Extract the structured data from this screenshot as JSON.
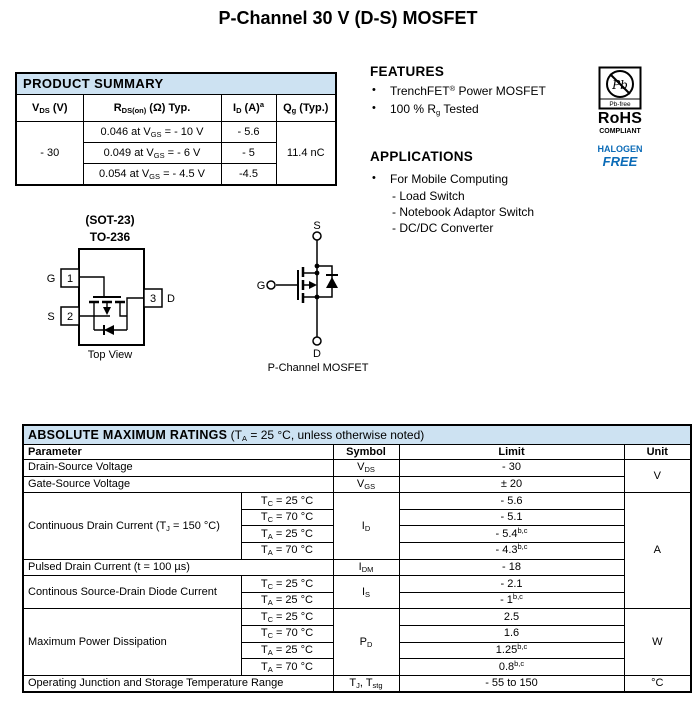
{
  "page": {
    "title": "P-Channel 30 V (D-S) MOSFET"
  },
  "colors": {
    "table_header_bg": "#cde2f2",
    "accent_blue": "#0b6bb7"
  },
  "product_summary": {
    "title": "PRODUCT SUMMARY",
    "headers": [
      "V_{DS} (V)",
      "R_{DS(on)} (Ω) Typ.",
      "I_{D} (A)^{a}",
      "Q_{g} (Typ.)"
    ],
    "vds": "- 30",
    "rows": [
      {
        "rds": "0.046 at V_{GS} = - 10 V",
        "id": "- 5.6"
      },
      {
        "rds": "0.049 at V_{GS} = - 6 V",
        "id": "- 5"
      },
      {
        "rds": "0.054 at V_{GS} = - 4.5 V",
        "id": "-4.5"
      }
    ],
    "qg": "11.4 nC"
  },
  "features": {
    "title": "FEATURES",
    "bullet": "•",
    "items": [
      "TrenchFET^{®} Power MOSFET",
      "100 % R_{g} Tested"
    ]
  },
  "applications": {
    "title": "APPLICATIONS",
    "bullet": "•",
    "main_item": "For Mobile Computing",
    "sub_items": [
      "- Load Switch",
      "- Notebook Adaptor Switch",
      "- DC/DC Converter"
    ]
  },
  "badges": {
    "pb": "Pb",
    "pb_free": "Pb-free",
    "rohs": "RoHS",
    "compliant": "COMPLIANT",
    "halogen": "HALOGEN",
    "free": "FREE"
  },
  "package": {
    "name_sot": "(SOT-23)",
    "name_to": "TO-236",
    "top_view": "Top View",
    "pin_g": "G",
    "pin_s": "S",
    "pin_d": "D",
    "pin1": "1",
    "pin2": "2",
    "pin3": "3"
  },
  "schematic": {
    "s": "S",
    "g": "G",
    "d": "D",
    "caption": "P-Channel MOSFET"
  },
  "amr": {
    "title_bold": "ABSOLUTE MAXIMUM RATINGS",
    "title_rest": " (T_{A} = 25 °C, unless otherwise noted)",
    "headers": [
      "Parameter",
      "Symbol",
      "Limit",
      "Unit"
    ],
    "rows": [
      {
        "param": "Drain-Source Voltage",
        "sym": "V_{DS}",
        "limit": "- 30",
        "unit": "V"
      },
      {
        "param": "Gate-Source Voltage",
        "sym": "V_{GS}",
        "limit": "± 20"
      },
      {
        "param": "Continuous Drain Current (T_{J} = 150 °C)",
        "cond": "T_{C} = 25 °C",
        "sym": "I_{D}",
        "limit": "- 5.6",
        "unit": "A"
      },
      {
        "cond": "T_{C} = 70 °C",
        "limit": "- 5.1"
      },
      {
        "cond": "T_{A} = 25 °C",
        "limit": "- 5.4^{b,c}"
      },
      {
        "cond": "T_{A} = 70 °C",
        "limit": "- 4.3^{b,c}"
      },
      {
        "param": "Pulsed Drain Current (t = 100 µs)",
        "sym": "I_{DM}",
        "limit": "- 18"
      },
      {
        "param": "Continous Source-Drain Diode Current",
        "cond": "T_{C} = 25 °C",
        "sym": "I_{S}",
        "limit": "- 2.1"
      },
      {
        "cond": "T_{A} = 25 °C",
        "limit": "- 1^{b,c}"
      },
      {
        "param": "Maximum Power Dissipation",
        "cond": "T_{C} = 25 °C",
        "sym": "P_{D}",
        "limit": "2.5",
        "unit": "W"
      },
      {
        "cond": "T_{C} = 70 °C",
        "limit": "1.6"
      },
      {
        "cond": "T_{A} = 25 °C",
        "limit": "1.25^{b,c}"
      },
      {
        "cond": "T_{A} = 70 °C",
        "limit": "0.8^{b,c}"
      },
      {
        "param": "Operating Junction and Storage Temperature Range",
        "sym": "T_{J}, T_{stg}",
        "limit": "- 55 to 150",
        "unit": "°C"
      }
    ]
  }
}
